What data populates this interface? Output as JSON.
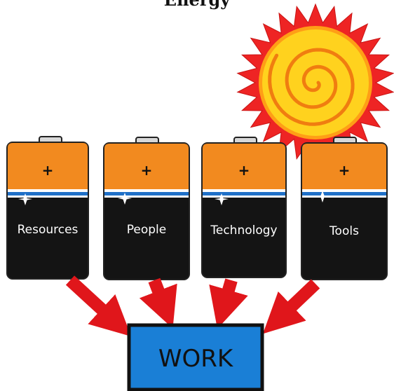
{
  "title": "Energy",
  "batteries": [
    {
      "label": "Resources",
      "plus": "+"
    },
    {
      "label": "People",
      "plus": "+"
    },
    {
      "label": "Technology",
      "plus": "+"
    },
    {
      "label": "Tools",
      "plus": "+"
    }
  ],
  "work_box": {
    "label": "WORK"
  },
  "colors": {
    "battery_top": "#f28a1f",
    "battery_body": "#141414",
    "stripe_blue": "#1f70c8",
    "arrow": "#e0161b",
    "work_fill": "#1a7fd6",
    "sun_outer": "#ee2424",
    "sun_inner": "#ffd21e"
  },
  "icons": [
    "sun-icon",
    "sparkle-icon",
    "arrow-icon"
  ]
}
